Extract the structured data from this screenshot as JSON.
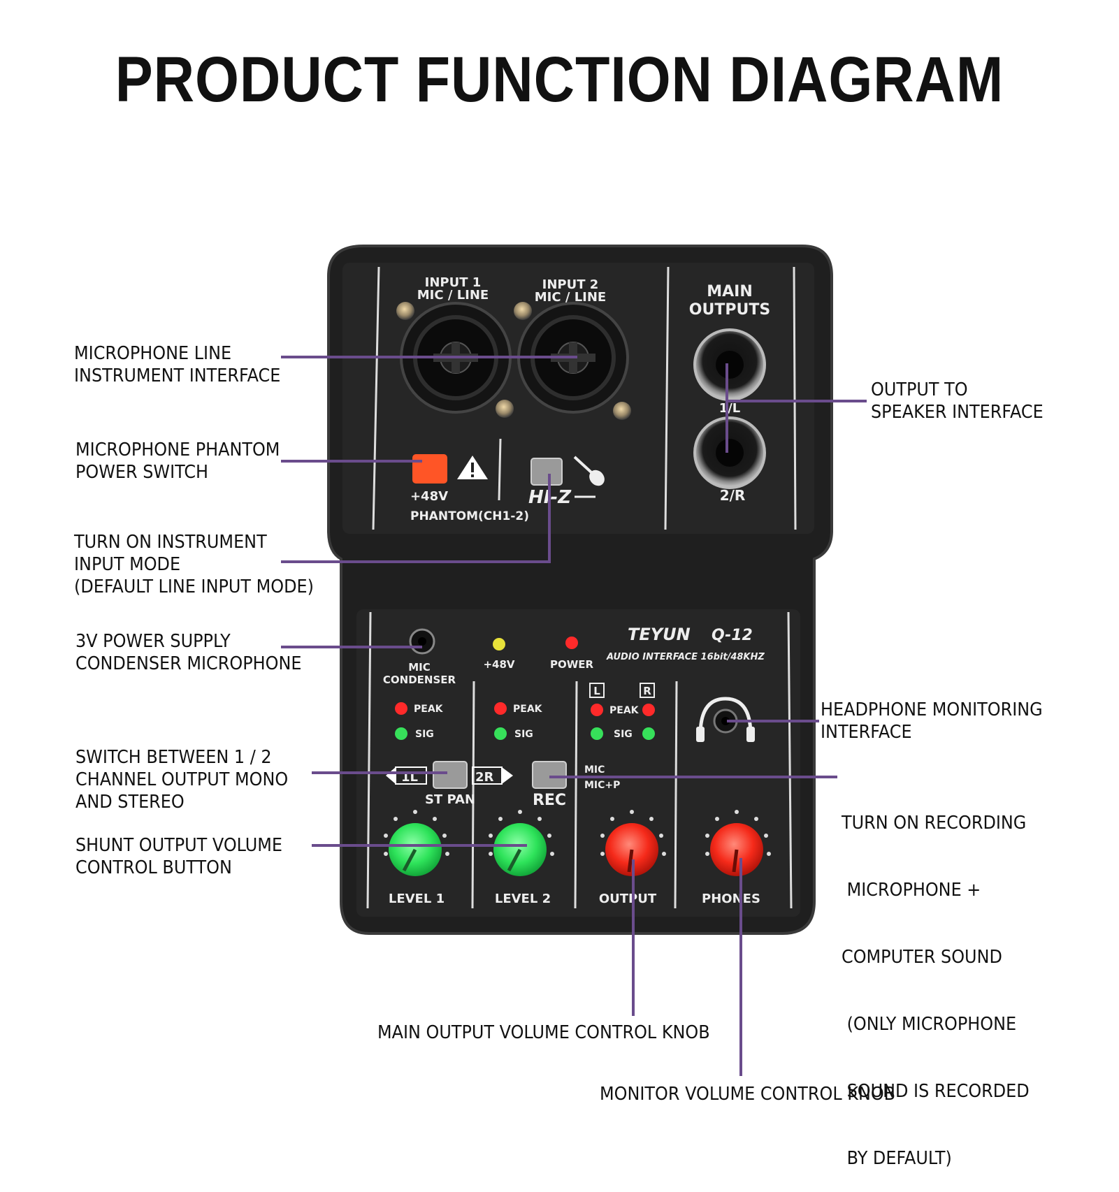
{
  "title": "PRODUCT FUNCTION DIAGRAM",
  "colors": {
    "leader": "#6a4c8c",
    "body": "#222222",
    "green_knob": "#2ee35a",
    "red_knob": "#f52a1a",
    "phantom_switch": "#ff5526"
  },
  "device": {
    "brand": "TEYUN",
    "model": "Q-12",
    "subtitle": "AUDIO INTERFACE 16bit/48KHZ",
    "input1": [
      "INPUT 1",
      "MIC / LINE"
    ],
    "input2": [
      "INPUT 2",
      "MIC / LINE"
    ],
    "main_outputs": [
      "MAIN",
      "OUTPUTS"
    ],
    "out_1l": "1/L",
    "out_2r": "2/R",
    "plus48v": "+48V",
    "phantom": "PHANTOM(CH1-2)",
    "hiz": "HI-Z",
    "mic_condenser": [
      "MIC",
      "CONDENSER"
    ],
    "led_48v": "+48V",
    "led_power": "POWER",
    "peak": "PEAK",
    "sig": "SIG",
    "l": "L",
    "r": "R",
    "st_1l": "1L",
    "st_2r": "2R",
    "st_pan": "ST PAN",
    "rec": "REC",
    "rec_mic": "MIC",
    "rec_micp": "MIC+P",
    "level1": "LEVEL 1",
    "level2": "LEVEL 2",
    "output": "OUTPUT",
    "phones": "PHONES"
  },
  "callouts": {
    "mic_line": [
      "MICROPHONE LINE",
      "INSTRUMENT INTERFACE"
    ],
    "phantom": [
      "MICROPHONE PHANTOM",
      "POWER SWITCH"
    ],
    "instrument": [
      "TURN ON INSTRUMENT",
      "INPUT MODE",
      "(DEFAULT LINE INPUT MODE)"
    ],
    "power3v": [
      "3V POWER SUPPLY",
      "CONDENSER MICROPHONE"
    ],
    "switch_mono": [
      "SWITCH BETWEEN 1 / 2",
      "CHANNEL OUTPUT MONO",
      "AND STEREO"
    ],
    "shunt": [
      "SHUNT OUTPUT VOLUME",
      "CONTROL BUTTON"
    ],
    "speaker": [
      "OUTPUT TO",
      "SPEAKER INTERFACE"
    ],
    "headphone": [
      "HEADPHONE MONITORING",
      "INTERFACE"
    ],
    "recording": [
      "TURN ON RECORDING",
      " MICROPHONE +",
      "COMPUTER SOUND",
      " (ONLY MICROPHONE",
      " SOUND IS RECORDED",
      " BY DEFAULT)"
    ],
    "main_output_knob": "MAIN OUTPUT VOLUME CONTROL KNOB",
    "monitor_knob": "MONITOR VOLUME CONTROL KNOB"
  }
}
